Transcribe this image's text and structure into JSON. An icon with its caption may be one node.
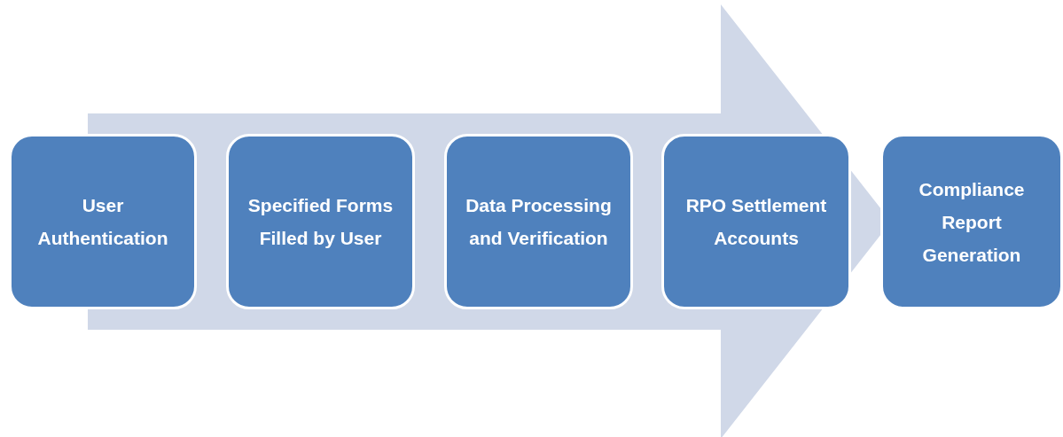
{
  "diagram": {
    "nodes": [
      {
        "text": [
          "User Authentication"
        ]
      },
      {
        "text": [
          "Specified Forms Filled by User"
        ]
      },
      {
        "text": [
          "Data Processing and Verification"
        ]
      },
      {
        "text": [
          "RPO Settlement Accounts"
        ]
      },
      {
        "text": [
          "Compliance Report Generation"
        ]
      }
    ],
    "edges": [
      {
        "from": 0,
        "to": 4,
        "arrow": "to"
      }
    ]
  }
}
